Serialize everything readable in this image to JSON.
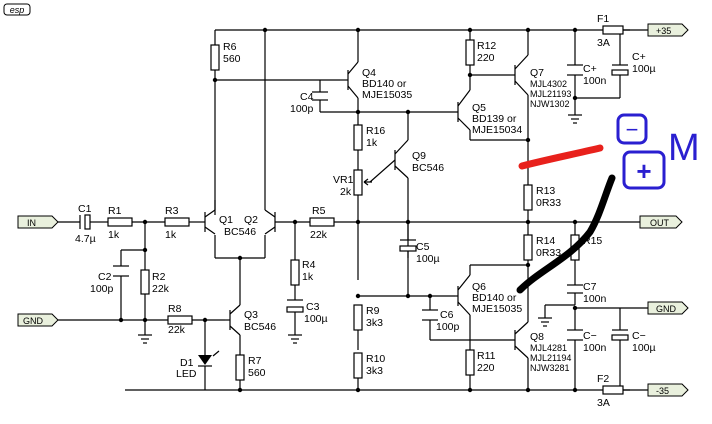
{
  "logo": "esp",
  "ports": {
    "in": "IN",
    "gnd_in": "GND",
    "out": "OUT",
    "gnd_out": "GND",
    "v_pos": "+35",
    "v_neg": "-35"
  },
  "components": {
    "C1": {
      "name": "C1",
      "value": "4.7µ"
    },
    "R1": {
      "name": "R1",
      "value": "1k"
    },
    "R3": {
      "name": "R3",
      "value": "1k"
    },
    "C2": {
      "name": "C2",
      "value": "100p"
    },
    "R2": {
      "name": "R2",
      "value": "22k"
    },
    "R8": {
      "name": "R8",
      "value": "22k"
    },
    "R6": {
      "name": "R6",
      "value": "560"
    },
    "Q1": {
      "name": "Q1"
    },
    "Q2": {
      "name": "Q2"
    },
    "Q1Q2_type": "BC546",
    "Q3": {
      "name": "Q3",
      "type": "BC546"
    },
    "D1": {
      "name": "D1",
      "type": "LED"
    },
    "R7": {
      "name": "R7",
      "value": "560"
    },
    "R5": {
      "name": "R5",
      "value": "22k"
    },
    "R4": {
      "name": "R4",
      "value": "1k"
    },
    "C3": {
      "name": "C3",
      "value": "100µ"
    },
    "C4": {
      "name": "C4",
      "value": "100p"
    },
    "Q4": {
      "name": "Q4",
      "line1": "BD140 or",
      "line2": "MJE15035"
    },
    "R16": {
      "name": "R16",
      "value": "1k"
    },
    "VR1": {
      "name": "VR1",
      "value": "2k"
    },
    "Q9": {
      "name": "Q9",
      "type": "BC546"
    },
    "C5": {
      "name": "C5",
      "value": "100µ"
    },
    "R9": {
      "name": "R9",
      "value": "3k3"
    },
    "R10": {
      "name": "R10",
      "value": "3k3"
    },
    "C6": {
      "name": "C6",
      "value": "100p"
    },
    "R12": {
      "name": "R12",
      "value": "220"
    },
    "Q5": {
      "name": "Q5",
      "line1": "BD139 or",
      "line2": "MJE15034"
    },
    "Q7": {
      "name": "Q7",
      "line1": "MJL4302",
      "line2": "MJL21193",
      "line3": "NJW1302"
    },
    "R13": {
      "name": "R13",
      "value": "0R33"
    },
    "R14": {
      "name": "R14",
      "value": "0R33"
    },
    "R15": {
      "name": "R15"
    },
    "Q6": {
      "name": "Q6",
      "line1": "BD140 or",
      "line2": "MJE15035"
    },
    "R11": {
      "name": "R11",
      "value": "220"
    },
    "Q8": {
      "name": "Q8",
      "line1": "MJL4281",
      "line2": "MJL21194",
      "line3": "NJW3281"
    },
    "F1": {
      "name": "F1",
      "value": "3A"
    },
    "F2": {
      "name": "F2",
      "value": "3A"
    },
    "Cp1": {
      "name": "C+",
      "value": "100n"
    },
    "Cp2": {
      "name": "C+",
      "value": "100µ"
    },
    "Cm1": {
      "name": "C−",
      "value": "100n"
    },
    "Cm2": {
      "name": "C−",
      "value": "100µ"
    },
    "C7": {
      "name": "C7",
      "value": "100n"
    }
  },
  "annotations": {
    "minus_box": "−",
    "plus_box": "+",
    "m_letter": "M",
    "red_mark_color": "#e8211c",
    "black_mark_color": "#000000",
    "ink_color": "#2a1fd0"
  }
}
